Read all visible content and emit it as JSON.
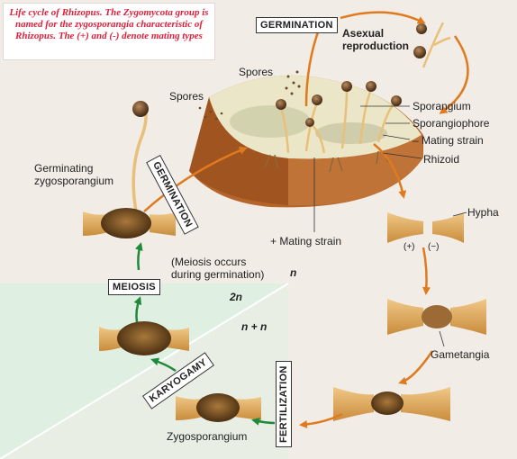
{
  "caption": "Life cycle of Rhizopus. The Zygomycota group is named for the zygosporangia characteristic of Rhizopus. The (+) and (-) denote mating types",
  "stages": {
    "germination_top": "GERMINATION",
    "germination_left": "GERMINATION",
    "meiosis": "MEIOSIS",
    "karyogamy": "KARYOGAMY",
    "fertilization": "FERTILIZATION"
  },
  "labels": {
    "asexual_reproduction": "Asexual\nreproduction",
    "spores_top": "Spores",
    "spores_left": "Spores",
    "sporangium": "Sporangium",
    "sporangiophore": "Sporangiophore",
    "minus_mating_strain": "– Mating strain",
    "rhizoid": "Rhizoid",
    "plus_mating_strain": "+ Mating strain",
    "hypha": "Hypha",
    "plus_sign": "(+)",
    "minus_sign": "(−)",
    "germinating_zygosporangium": "Germinating\nzygosporangium",
    "meiosis_note": "(Meiosis occurs\nduring germination)",
    "n": "n",
    "two_n": "2n",
    "n_plus_n": "n + n",
    "gametangia": "Gametangia",
    "zygosporangium": "Zygosporangium"
  },
  "colors": {
    "orange_arrow": "#e07a1e",
    "green_arrow": "#1f8a3a",
    "green_region": "#dff0e3",
    "caption_text": "#e0203a"
  }
}
